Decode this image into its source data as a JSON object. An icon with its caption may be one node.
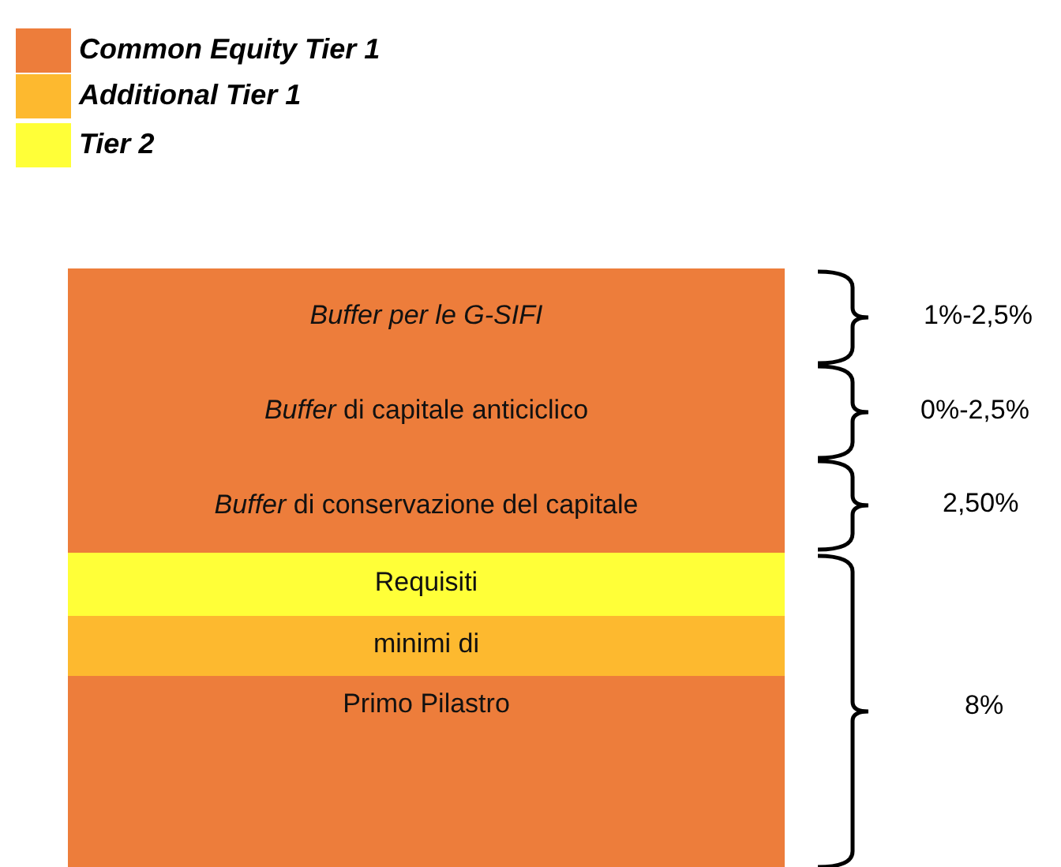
{
  "diagram": {
    "nodes": [
      {
        "text": [
          "Buffer per le G-SIFI"
        ]
      },
      {
        "text": [
          "*Buffer* di capitale anticiclico"
        ]
      },
      {
        "text": [
          "*Buffer* di conservazione del capitale"
        ]
      },
      {
        "text": [
          "Requisiti"
        ]
      },
      {
        "text": [
          "minimi di"
        ]
      },
      {
        "text": [
          "Primo Pilastro"
        ]
      }
    ],
    "edges": [],
    "labels": [
      "1%-2,5%",
      "0%-2,5%",
      "2,50%",
      "8%"
    ],
    "legend": [
      {
        "text": "Common Equity Tier 1",
        "color": "#ed7d3b"
      },
      {
        "text": "Additional Tier 1",
        "color": "#fdb92f"
      },
      {
        "text": "Tier 2",
        "color": "#ffff38"
      }
    ]
  }
}
